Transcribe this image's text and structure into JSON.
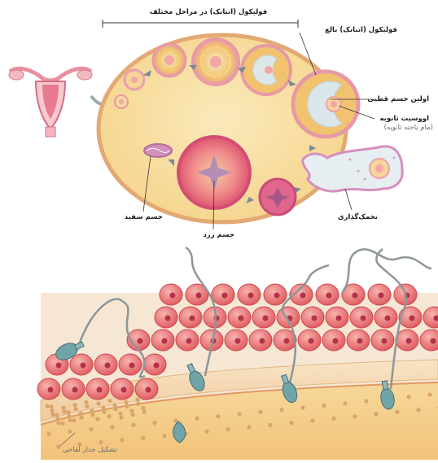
{
  "colors": {
    "ovary_fill": "#f9e2a8",
    "ovary_edge": "#e0aa6a",
    "follicle_pink": "#f2a8b4",
    "corpus_luteum": "#d8508c",
    "egg_cell": "#e7f0f4",
    "sperm_head": "#6fa4a8",
    "tissue_cells": "#e9767e"
  },
  "top_diagram": {
    "stages_label": "فولیکول (انبانک) در مراحل مختلف",
    "mature_follicle_label": "فولیکول (انبانک) بالغ",
    "polar_body_label": "اولین جسم قطبی",
    "secondary_oocyte_label": "اووسیت ثانویه",
    "secondary_oocyte_note": "(مام یاخته ثانویه)",
    "ovulation_label": "تخمک‌گذاری",
    "corpus_albicans_label": "جسم سفید",
    "corpus_luteum_label": "جسم زرد"
  },
  "bottom_diagram": {
    "label": "تشکیل جدار لقاحی"
  }
}
